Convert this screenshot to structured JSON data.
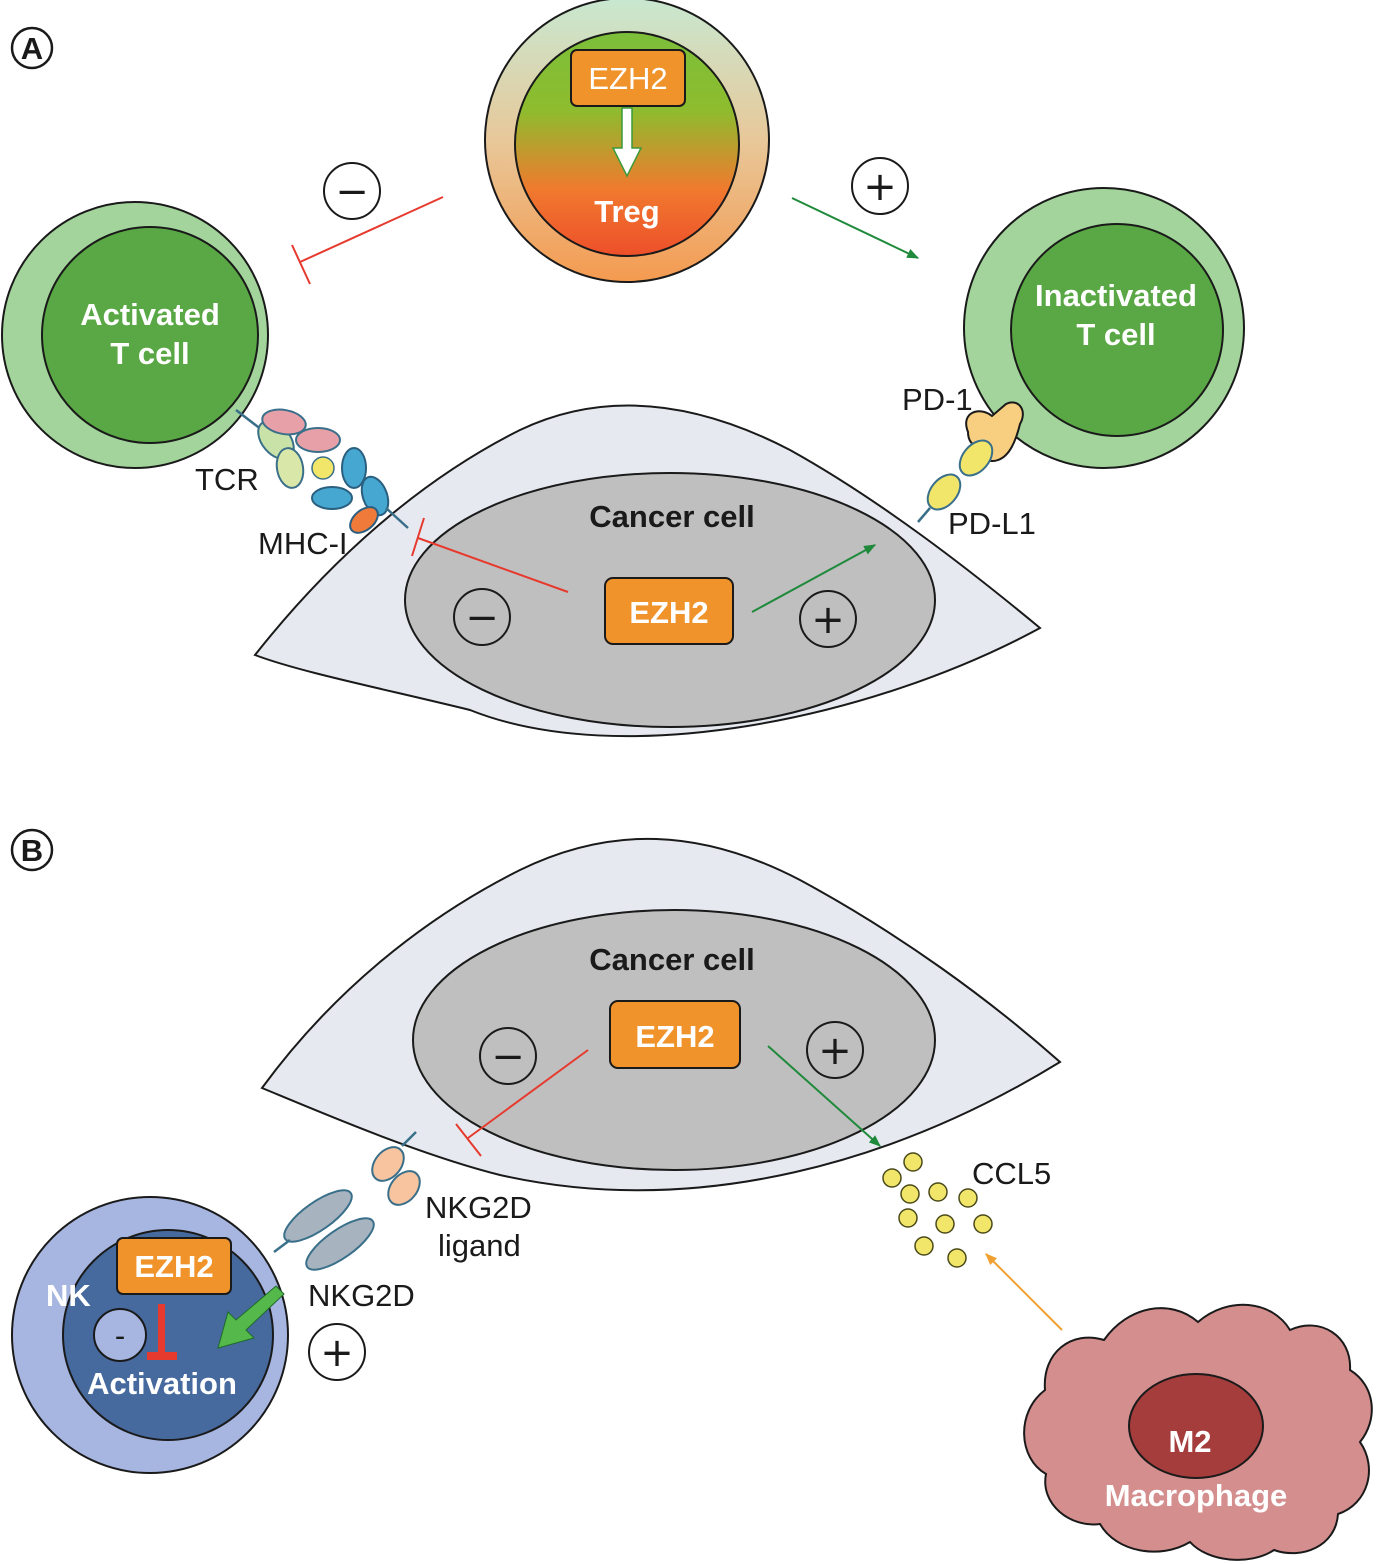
{
  "panel_a": {
    "marker": "A",
    "treg": {
      "enzyme": "EZH2",
      "label": "Treg"
    },
    "activated_t_cell": {
      "line1": "Activated",
      "line2": "T cell"
    },
    "inactivated_t_cell": {
      "line1": "Inactivated",
      "line2": "T cell"
    },
    "cancer_cell": {
      "label": "Cancer cell",
      "enzyme": "EZH2"
    },
    "labels": {
      "tcr": "TCR",
      "mhc": "MHC-I",
      "pd1": "PD-1",
      "pdl1": "PD-L1"
    },
    "signs": {
      "minus": "−",
      "plus": "+"
    }
  },
  "panel_b": {
    "marker": "B",
    "cancer_cell": {
      "label": "Cancer cell",
      "enzyme": "EZH2"
    },
    "nk_cell": {
      "label": "NK",
      "enzyme": "EZH2",
      "inner_sign": "-",
      "activation": "Activation"
    },
    "labels": {
      "nkg2d_ligand_1": "NKG2D",
      "nkg2d_ligand_2": "ligand",
      "nkg2d": "NKG2D",
      "ccl5": "CCL5"
    },
    "macrophage": {
      "line1": "M2",
      "line2": "Macrophage"
    },
    "signs": {
      "minus": "−",
      "plus": "+"
    }
  },
  "colors": {
    "inhibit": "#e63a2e",
    "activate": "#1f8a3b",
    "enzyme_box": "#f0932b",
    "t_cell_outer": "#a2d49b",
    "t_cell_inner": "#5aa845",
    "cancer_cytoplasm": "#e6eaf0",
    "cancer_nucleus": "#c0bfbf",
    "nk_outer": "#a6b6e0",
    "nk_inner": "#46699e",
    "macrophage_body": "#d48e8e",
    "macrophage_nucleus": "#a53d3d",
    "ccl5": "#f2e66a",
    "macrophage_arrow": "#f0a030"
  }
}
